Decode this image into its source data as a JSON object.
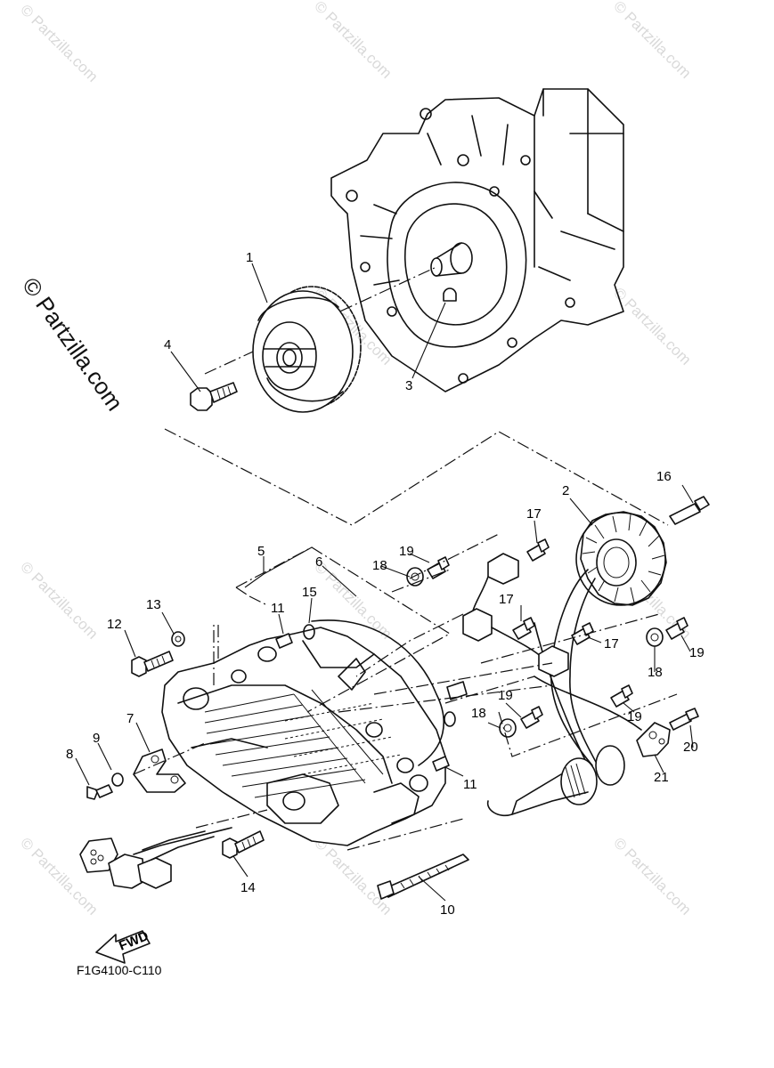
{
  "diagram": {
    "callouts": [
      "1",
      "2",
      "3",
      "4",
      "5",
      "6",
      "7",
      "8",
      "9",
      "10",
      "11",
      "11",
      "12",
      "13",
      "14",
      "15",
      "16",
      "17",
      "17",
      "17",
      "18",
      "18",
      "18",
      "19",
      "19",
      "19",
      "19",
      "20",
      "21"
    ],
    "fwd_label": "FWD",
    "drawing_code": "F1G4100-C110",
    "watermark": "© Partzilla.com",
    "side_watermark": "© Partzilla.com"
  }
}
